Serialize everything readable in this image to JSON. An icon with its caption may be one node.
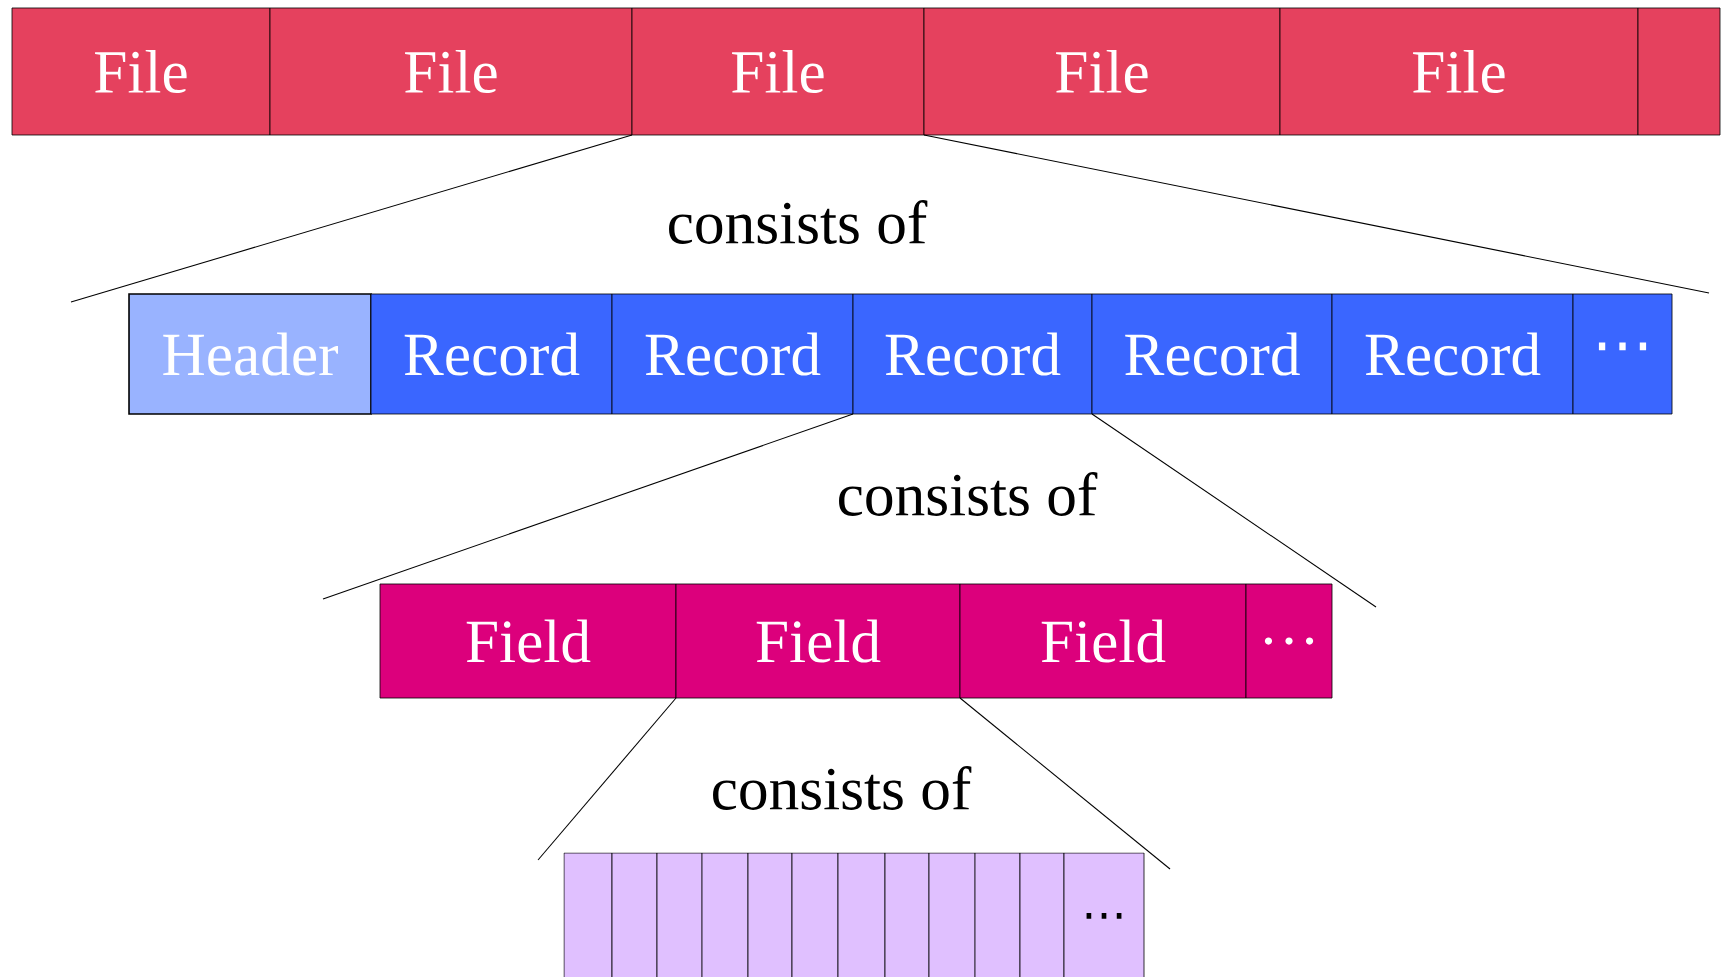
{
  "diagram": {
    "nodes": [
      {
        "text": [
          "File"
        ]
      },
      {
        "text": [
          "File"
        ]
      },
      {
        "text": [
          "File"
        ]
      },
      {
        "text": [
          "File"
        ]
      },
      {
        "text": [
          "File"
        ]
      },
      {
        "text": [],
        "shape": "box"
      },
      {
        "text": [
          "Header"
        ]
      },
      {
        "text": [
          "Record"
        ]
      },
      {
        "text": [
          "Record"
        ]
      },
      {
        "text": [
          "Record"
        ]
      },
      {
        "text": [
          "Record"
        ]
      },
      {
        "text": [
          "Record"
        ]
      },
      {
        "text": [
          "⋯"
        ]
      },
      {
        "text": [
          "Field"
        ]
      },
      {
        "text": [
          "Field"
        ]
      },
      {
        "text": [
          "Field"
        ]
      },
      {
        "text": [
          "…"
        ]
      },
      {
        "text": [],
        "shape": "box"
      },
      {
        "text": [],
        "shape": "box"
      },
      {
        "text": [],
        "shape": "box"
      },
      {
        "text": [],
        "shape": "box"
      },
      {
        "text": [],
        "shape": "box"
      },
      {
        "text": [],
        "shape": "box"
      },
      {
        "text": [],
        "shape": "box"
      },
      {
        "text": [],
        "shape": "box"
      },
      {
        "text": [],
        "shape": "box"
      },
      {
        "text": [],
        "shape": "box"
      },
      {
        "text": [],
        "shape": "box"
      },
      {
        "text": [
          "⋯"
        ]
      }
    ],
    "edges": [
      {
        "from": 2,
        "to": null,
        "arrow": "none"
      },
      {
        "from": 2,
        "to": null,
        "arrow": "none"
      },
      {
        "from": 9,
        "to": null,
        "arrow": "none"
      },
      {
        "from": 9,
        "to": null,
        "arrow": "none"
      },
      {
        "from": 14,
        "to": null,
        "arrow": "none"
      },
      {
        "from": 14,
        "to": null,
        "arrow": "none"
      }
    ],
    "labels": [
      "consists of",
      "consists of",
      "consists of"
    ]
  }
}
